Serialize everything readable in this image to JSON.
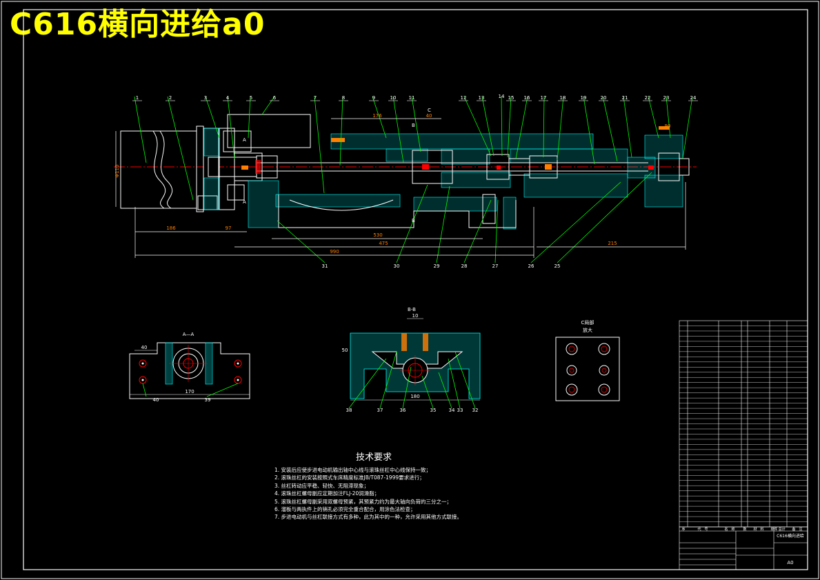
{
  "drawing_title": "C616横向进给a0",
  "colors": {
    "background": "#000000",
    "outline": "#ffffff",
    "title": "#ffff00",
    "leader": "#00ff00",
    "centerline": "#ff0000",
    "accent": "#ff8000",
    "hatch": "#00ffff"
  },
  "balloons_top": [
    "1",
    "2",
    "3",
    "4",
    "5",
    "6",
    "7",
    "8",
    "9",
    "10",
    "11",
    "12",
    "13",
    "14",
    "15",
    "16",
    "17",
    "18",
    "19",
    "20",
    "21",
    "22",
    "23",
    "24"
  ],
  "balloons_bottom": [
    "31",
    "30",
    "29",
    "28",
    "27",
    "26",
    "25"
  ],
  "dimensions": {
    "d1": "186",
    "d2": "97",
    "d3": "530",
    "d4": "475",
    "d5": "990",
    "d6": "215",
    "d7": "176",
    "d8": "40",
    "d9": "Φ110",
    "d10": "90"
  },
  "section_marks": {
    "c": "C",
    "b_top": "B",
    "b_bottom": "B",
    "a_top": "A",
    "a_bottom": "A"
  },
  "views": {
    "section_aa": {
      "title": "A—A",
      "dim_top": "40",
      "dim_bottom": "170",
      "balloon_left": "40",
      "balloon_right": "39"
    },
    "section_bb": {
      "title": "B-B",
      "dim_top": "10",
      "dim_side": "50",
      "dim_bottom": "180",
      "balloons": [
        "38",
        "37",
        "36",
        "35",
        "34",
        "33",
        "32"
      ]
    },
    "detail_c": {
      "title": "C局部",
      "subtitle": "放大"
    }
  },
  "technical_requirements": {
    "title": "技术要求",
    "items": [
      "1. 安装后应使步进电动机输出轴中心线与滚珠丝杠中心线保持一致；",
      "2. 滚珠丝杠的安装按照式车床精度标准JB/T087-1999要求进行；",
      "3. 丝杠转动应平稳、轻快、无阻滞现象；",
      "4. 滚珠丝杠螺母副应定期加注FLJ-20润滑脂；",
      "5. 滚珠丝杠螺母副采用双螺母预紧，其预紧力约为最大轴向负荷的三分之一；",
      "6. 溜板与两执件上的销孔必须完全重合配合，用涂色法检查；",
      "7. 步进电动机与丝杠联接方式有多种，此为其中的一种，允许采用其他方式联接。"
    ]
  },
  "title_block": {
    "header_cells": [
      "序",
      "代　号",
      "名　称",
      "数",
      "材　料",
      "单件 总计",
      "备　注"
    ],
    "drawing_name": "C616横向进给",
    "sheet_no": "A0"
  }
}
